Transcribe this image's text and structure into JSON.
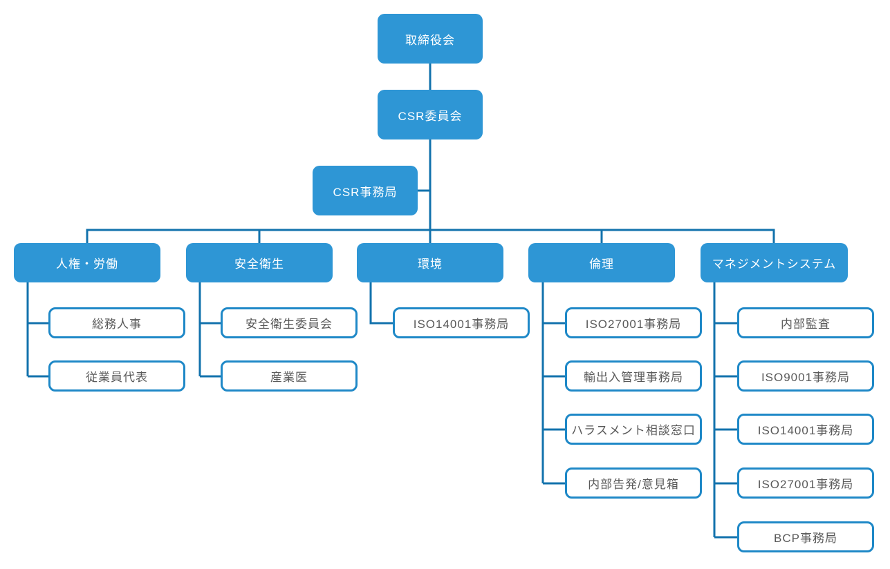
{
  "org": {
    "board": "取締役会",
    "committee": "CSR委員会",
    "office": "CSR事務局",
    "branches": [
      {
        "label": "人権・労働",
        "children": [
          "総務人事",
          "従業員代表"
        ]
      },
      {
        "label": "安全衛生",
        "children": [
          "安全衛生委員会",
          "産業医"
        ]
      },
      {
        "label": "環境",
        "children": [
          "ISO14001事務局"
        ]
      },
      {
        "label": "倫理",
        "children": [
          "ISO27001事務局",
          "輸出入管理事務局",
          "ハラスメント相談窓口",
          "内部告発/意見箱"
        ]
      },
      {
        "label": "マネジメントシステム",
        "children": [
          "内部監査",
          "ISO9001事務局",
          "ISO14001事務局",
          "ISO27001事務局",
          "BCP事務局"
        ]
      }
    ],
    "colors": {
      "node_fill": "#2E96D5",
      "node_text": "#FFFFFF",
      "child_border": "#1E88C7",
      "child_text": "#595959",
      "connector": "#1272AC",
      "background": "#FFFFFF"
    }
  }
}
